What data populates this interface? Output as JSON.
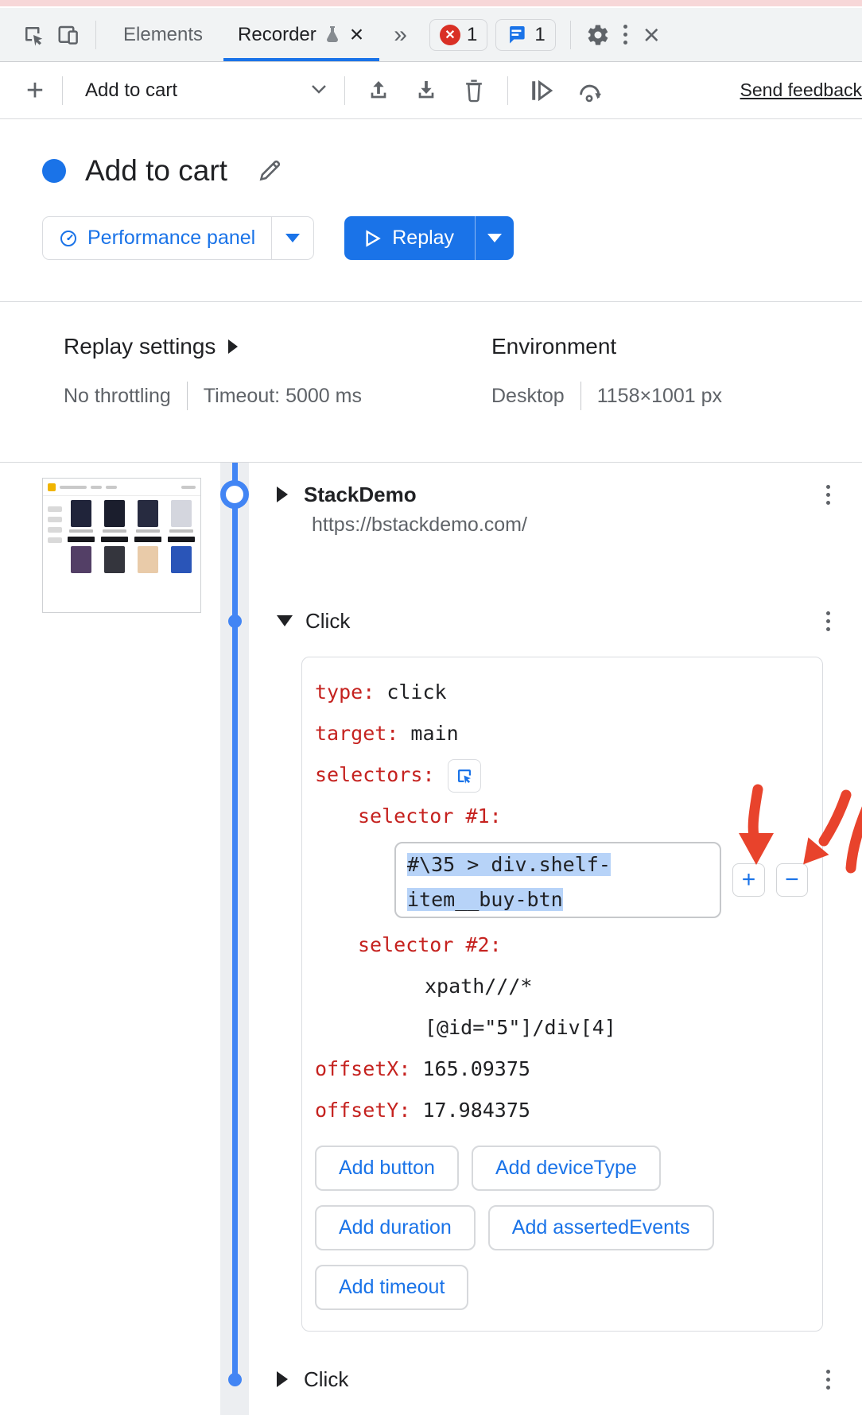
{
  "colors": {
    "accent": "#1a73e8",
    "timeline_blue": "#4285f4",
    "error_red": "#d93025",
    "code_key_red": "#c5221f",
    "text_selection": "#b7d3f8",
    "annotation_arrow_red": "#e8432c"
  },
  "tabbar": {
    "tabs": [
      {
        "label": "Elements"
      },
      {
        "label": "Recorder"
      }
    ],
    "error_count": "1",
    "message_count": "1"
  },
  "toolbar": {
    "recording_name": "Add to cart",
    "send_feedback": "Send feedback"
  },
  "header": {
    "title": "Add to cart",
    "performance_label": "Performance panel",
    "replay_label": "Replay"
  },
  "settings": {
    "replay_heading": "Replay settings",
    "throttling": "No throttling",
    "timeout": "Timeout: 5000 ms",
    "env_heading": "Environment",
    "device": "Desktop",
    "viewport": "1158×1001 px"
  },
  "steps": {
    "nav": {
      "label": "StackDemo",
      "url": "https://bstackdemo.com/"
    },
    "click1": {
      "label": "Click"
    },
    "click2": {
      "label": "Click"
    }
  },
  "click_details": {
    "type_key": "type:",
    "type_value": "click",
    "target_key": "target:",
    "target_value": "main",
    "selectors_key": "selectors:",
    "selector1_key": "selector #1:",
    "selector1_line1": "#\\35 > div.shelf-",
    "selector1_line2": "item__buy-btn",
    "selector2_key": "selector #2:",
    "selector2_line1": "xpath///*",
    "selector2_line2": "[@id=\"5\"]/div[4]",
    "offsetx_key": "offsetX:",
    "offsetx_value": "165.09375",
    "offsety_key": "offsetY:",
    "offsety_value": "17.984375",
    "plus_label": "+",
    "minus_label": "−",
    "add_buttons": [
      "Add button",
      "Add deviceType",
      "Add duration",
      "Add assertedEvents",
      "Add timeout"
    ]
  }
}
